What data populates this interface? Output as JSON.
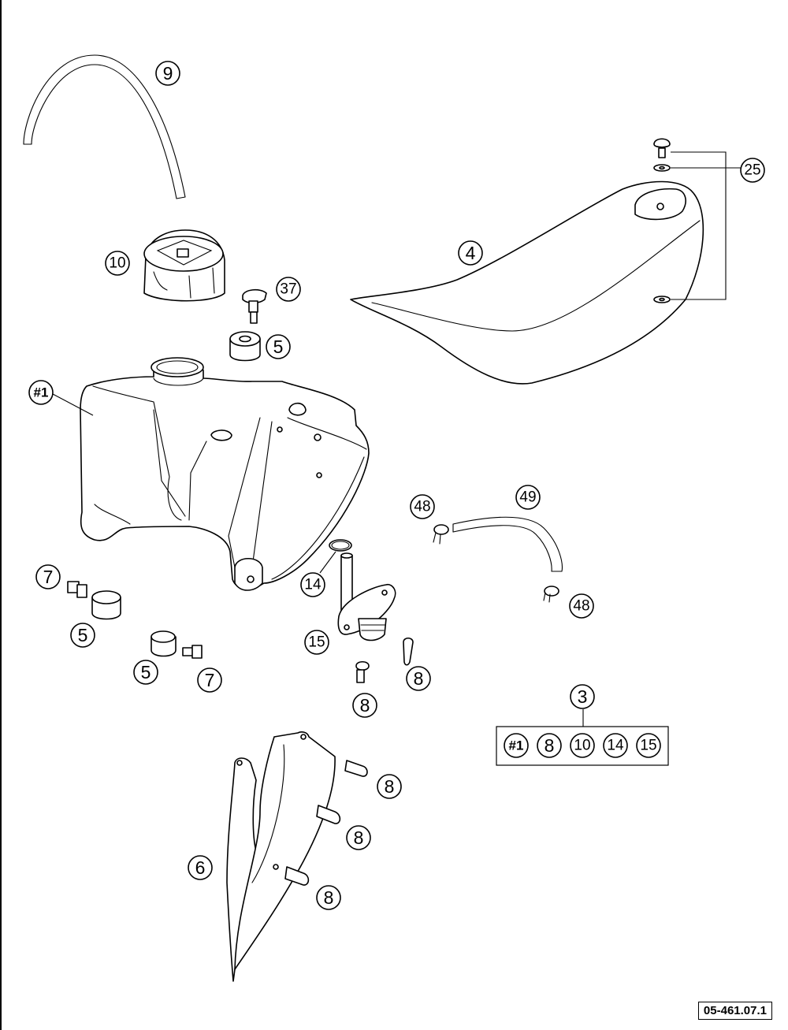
{
  "diagram": {
    "reference_code": "05-461.07.1",
    "callouts": [
      {
        "id": "c-9",
        "text": "9"
      },
      {
        "id": "c-25",
        "text": "25"
      },
      {
        "id": "c-10",
        "text": "10"
      },
      {
        "id": "c-4",
        "text": "4"
      },
      {
        "id": "c-37",
        "text": "37"
      },
      {
        "id": "c-5a",
        "text": "5"
      },
      {
        "id": "c-1",
        "text": "#1"
      },
      {
        "id": "c-48a",
        "text": "48"
      },
      {
        "id": "c-49",
        "text": "49"
      },
      {
        "id": "c-14",
        "text": "14"
      },
      {
        "id": "c-7a",
        "text": "7"
      },
      {
        "id": "c-48b",
        "text": "48"
      },
      {
        "id": "c-5b",
        "text": "5"
      },
      {
        "id": "c-15",
        "text": "15"
      },
      {
        "id": "c-5c",
        "text": "5"
      },
      {
        "id": "c-7b",
        "text": "7"
      },
      {
        "id": "c-8a",
        "text": "8"
      },
      {
        "id": "c-8b",
        "text": "8"
      },
      {
        "id": "c-3",
        "text": "3"
      },
      {
        "id": "c-8c",
        "text": "8"
      },
      {
        "id": "c-8d",
        "text": "8"
      },
      {
        "id": "c-6",
        "text": "6"
      },
      {
        "id": "c-8e",
        "text": "8"
      }
    ],
    "kit_items": [
      "#1",
      "8",
      "10",
      "14",
      "15"
    ]
  }
}
